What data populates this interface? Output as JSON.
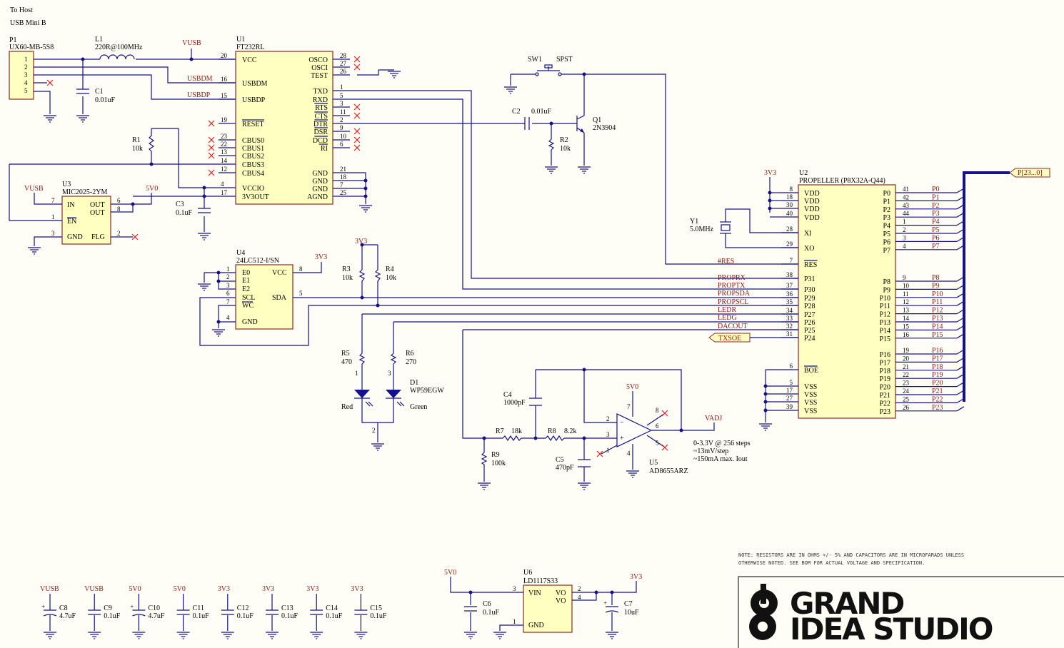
{
  "header": {
    "line1": "To Host",
    "line2": "USB Mini B"
  },
  "nets": {
    "vusb": "VUSB",
    "v5": "5V0",
    "v3": "3V3",
    "usbdm": "USBDM",
    "usbdp": "USBDP",
    "res": "#RES",
    "proprx": "PROPRX",
    "proptx": "PROPTX",
    "propsda": "PROPSDA",
    "propscl": "PROPSCL",
    "ledr": "LEDR",
    "ledg": "LEDG",
    "dacout": "DACOUT",
    "txsoe": "TXSOE",
    "vadj": "VADJ",
    "bus": "P[23...0]"
  },
  "p1": {
    "ref": "P1",
    "part": "UX60-MB-5S8",
    "pins": [
      "1",
      "2",
      "3",
      "4",
      "5"
    ]
  },
  "l1": {
    "ref": "L1",
    "value": "220R@100MHz"
  },
  "c1": {
    "ref": "C1",
    "value": "0.01uF"
  },
  "u1": {
    "ref": "U1",
    "part": "FT232RL",
    "left_pins": [
      {
        "num": "20",
        "name": "VCC"
      },
      {
        "num": "16",
        "name": "USBDM"
      },
      {
        "num": "15",
        "name": "USBDP"
      },
      {
        "num": "19",
        "name": "RESET"
      },
      {
        "num": "23",
        "name": "CBUS0"
      },
      {
        "num": "22",
        "name": "CBUS1"
      },
      {
        "num": "13",
        "name": "CBUS2"
      },
      {
        "num": "14",
        "name": "CBUS3"
      },
      {
        "num": "12",
        "name": "CBUS4"
      },
      {
        "num": "4",
        "name": "VCCIO"
      },
      {
        "num": "17",
        "name": "3V3OUT"
      }
    ],
    "right_pins": [
      {
        "num": "28",
        "name": "OSCO"
      },
      {
        "num": "27",
        "name": "OSCI"
      },
      {
        "num": "26",
        "name": "TEST"
      },
      {
        "num": "1",
        "name": "TXD"
      },
      {
        "num": "5",
        "name": "RXD"
      },
      {
        "num": "3",
        "name": "RTS"
      },
      {
        "num": "11",
        "name": "CTS"
      },
      {
        "num": "2",
        "name": "DTR"
      },
      {
        "num": "9",
        "name": "DSR"
      },
      {
        "num": "10",
        "name": "DCD"
      },
      {
        "num": "6",
        "name": "RI"
      },
      {
        "num": "21",
        "name": "GND"
      },
      {
        "num": "18",
        "name": "GND"
      },
      {
        "num": "7",
        "name": "GND"
      },
      {
        "num": "25",
        "name": "AGND"
      }
    ]
  },
  "r1": {
    "ref": "R1",
    "value": "10k"
  },
  "c3": {
    "ref": "C3",
    "value": "0.1uF"
  },
  "u3": {
    "ref": "U3",
    "part": "MIC2025-2YM",
    "pins": [
      {
        "num": "7",
        "name": "IN"
      },
      {
        "num": "1",
        "name": "EN"
      },
      {
        "num": "3",
        "name": "GND"
      },
      {
        "num": "6",
        "name": "OUT"
      },
      {
        "num": "8",
        "name": "OUT"
      },
      {
        "num": "2",
        "name": "FLG"
      }
    ]
  },
  "sw1": {
    "ref": "SW1",
    "type": "SPST"
  },
  "c2": {
    "ref": "C2",
    "value": "0.01uF"
  },
  "r2": {
    "ref": "R2",
    "value": "10k"
  },
  "q1": {
    "ref": "Q1",
    "part": "2N3904"
  },
  "u4": {
    "ref": "U4",
    "part": "24LC512-I/SN",
    "pins": [
      {
        "num": "1",
        "name": "E0"
      },
      {
        "num": "2",
        "name": "E1"
      },
      {
        "num": "3",
        "name": "E2"
      },
      {
        "num": "6",
        "name": "SCL"
      },
      {
        "num": "7",
        "name": "WC"
      },
      {
        "num": "4",
        "name": "GND"
      },
      {
        "num": "8",
        "name": "VCC"
      },
      {
        "num": "5",
        "name": "SDA"
      }
    ]
  },
  "r3": {
    "ref": "R3",
    "value": "10k"
  },
  "r4": {
    "ref": "R4",
    "value": "10k"
  },
  "r5": {
    "ref": "R5",
    "value": "470"
  },
  "r6": {
    "ref": "R6",
    "value": "270"
  },
  "d1": {
    "ref": "D1",
    "part": "WP59EGW",
    "red": "Red",
    "green": "Green",
    "pin1": "1",
    "pin2": "2",
    "pin3": "3"
  },
  "y1": {
    "ref": "Y1",
    "value": "5.0MHz"
  },
  "u2": {
    "ref": "U2",
    "part": "PROPELLER (P8X32A-Q44)",
    "left_pins": [
      {
        "num": "8",
        "name": "VDD"
      },
      {
        "num": "18",
        "name": "VDD"
      },
      {
        "num": "30",
        "name": "VDD"
      },
      {
        "num": "40",
        "name": "VDD"
      },
      {
        "num": "28",
        "name": "XI"
      },
      {
        "num": "29",
        "name": "XO"
      },
      {
        "num": "7",
        "name": "RES"
      },
      {
        "num": "38",
        "name": "P31"
      },
      {
        "num": "37",
        "name": "P30"
      },
      {
        "num": "36",
        "name": "P29"
      },
      {
        "num": "35",
        "name": "P28"
      },
      {
        "num": "34",
        "name": "P27"
      },
      {
        "num": "33",
        "name": "P26"
      },
      {
        "num": "32",
        "name": "P25"
      },
      {
        "num": "31",
        "name": "P24"
      },
      {
        "num": "6",
        "name": "BOE"
      },
      {
        "num": "5",
        "name": "VSS"
      },
      {
        "num": "17",
        "name": "VSS"
      },
      {
        "num": "27",
        "name": "VSS"
      },
      {
        "num": "39",
        "name": "VSS"
      }
    ],
    "right_pins": [
      {
        "num": "41",
        "name": "P0"
      },
      {
        "num": "42",
        "name": "P1"
      },
      {
        "num": "43",
        "name": "P2"
      },
      {
        "num": "44",
        "name": "P3"
      },
      {
        "num": "1",
        "name": "P4"
      },
      {
        "num": "2",
        "name": "P5"
      },
      {
        "num": "3",
        "name": "P6"
      },
      {
        "num": "4",
        "name": "P7"
      },
      {
        "num": "9",
        "name": "P8"
      },
      {
        "num": "10",
        "name": "P9"
      },
      {
        "num": "11",
        "name": "P10"
      },
      {
        "num": "12",
        "name": "P11"
      },
      {
        "num": "13",
        "name": "P12"
      },
      {
        "num": "14",
        "name": "P13"
      },
      {
        "num": "15",
        "name": "P14"
      },
      {
        "num": "16",
        "name": "P15"
      },
      {
        "num": "19",
        "name": "P16"
      },
      {
        "num": "20",
        "name": "P17"
      },
      {
        "num": "21",
        "name": "P18"
      },
      {
        "num": "22",
        "name": "P19"
      },
      {
        "num": "23",
        "name": "P20"
      },
      {
        "num": "24",
        "name": "P21"
      },
      {
        "num": "25",
        "name": "P22"
      },
      {
        "num": "26",
        "name": "P23"
      }
    ]
  },
  "c4": {
    "ref": "C4",
    "value": "1000pF"
  },
  "r7": {
    "ref": "R7",
    "value": "18k"
  },
  "r8": {
    "ref": "R8",
    "value": "8.2k"
  },
  "r9": {
    "ref": "R9",
    "value": "100k"
  },
  "c5": {
    "ref": "C5",
    "value": "470pF"
  },
  "u5": {
    "ref": "U5",
    "part": "AD8655ARZ",
    "pins": {
      "p1": "1",
      "p2": "2",
      "p3": "3",
      "p4": "4",
      "p5": "5",
      "p6": "6",
      "p7": "7",
      "p8": "8"
    }
  },
  "dac_note": {
    "line1": "0-3.3V @ 256 steps",
    "line2": "~13mV/step",
    "line3": "~150mA max. Iout"
  },
  "decoupling": [
    {
      "net": "VUSB",
      "ref": "C8",
      "value": "4.7uF",
      "polarized": true
    },
    {
      "net": "VUSB",
      "ref": "C9",
      "value": "0.1uF",
      "polarized": false
    },
    {
      "net": "5V0",
      "ref": "C10",
      "value": "4.7uF",
      "polarized": true
    },
    {
      "net": "5V0",
      "ref": "C11",
      "value": "0.1uF",
      "polarized": false
    },
    {
      "net": "3V3",
      "ref": "C12",
      "value": "0.1uF",
      "polarized": false
    },
    {
      "net": "3V3",
      "ref": "C13",
      "value": "0.1uF",
      "polarized": false
    },
    {
      "net": "3V3",
      "ref": "C14",
      "value": "0.1uF",
      "polarized": false
    },
    {
      "net": "3V3",
      "ref": "C15",
      "value": "0.1uF",
      "polarized": false
    }
  ],
  "u6": {
    "ref": "U6",
    "part": "LD1117S33",
    "pins": [
      {
        "num": "3",
        "name": "VIN"
      },
      {
        "num": "1",
        "name": "GND"
      },
      {
        "num": "2",
        "name": "VO"
      },
      {
        "num": "4",
        "name": "VO"
      }
    ]
  },
  "c6": {
    "ref": "C6",
    "value": "0.1uF"
  },
  "c7": {
    "ref": "C7",
    "value": "10uF"
  },
  "note": {
    "line1": "NOTE: RESISTORS ARE IN OHMS +/- 5% AND CAPACITORS ARE IN MICROFARADS UNLESS",
    "line2": "OTHERWISE NOTED. SEE BOM FOR ACTUAL VOLTAGE AND SPECIFICATION."
  },
  "logo": {
    "line1": "GRAND",
    "line2": "IDEA STUDIO"
  }
}
